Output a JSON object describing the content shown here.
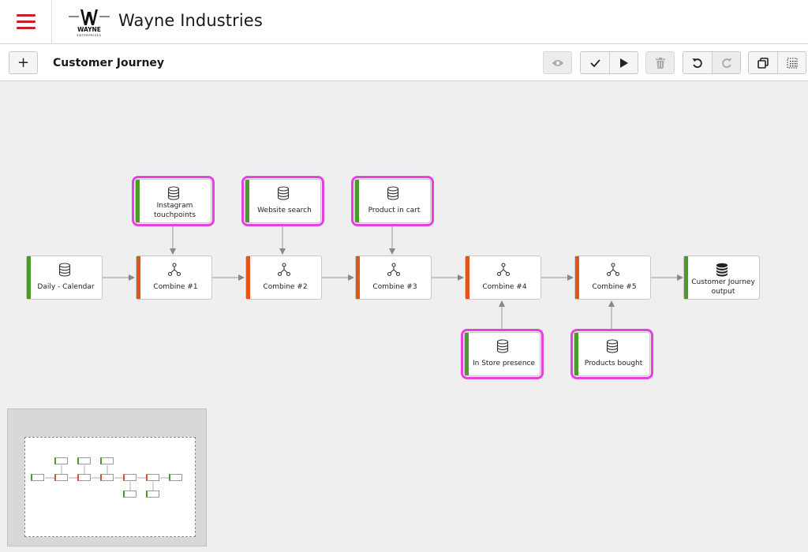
{
  "app": {
    "title": "Wayne Industries",
    "logo_top": "W",
    "logo_word": "WAYNE",
    "logo_sub": "ENTERPRISES"
  },
  "toolbar": {
    "add_label": "+",
    "page_title": "Customer Journey",
    "buttons": [
      "eye-icon",
      "check-icon",
      "play-icon",
      "trash-icon",
      "undo-icon",
      "redo-icon",
      "copy-icon",
      "grid-icon"
    ]
  },
  "nodes": {
    "daily": "Daily - Calendar",
    "instagram": "Instagram touchpoints",
    "website": "Website search",
    "cart": "Product in cart",
    "c1": "Combine #1",
    "c2": "Combine #2",
    "c3": "Combine #3",
    "c4": "Combine #4",
    "c5": "Combine #5",
    "output": "Customer Journey output",
    "store": "In Store presence",
    "bought": "Products bought"
  },
  "colors": {
    "source": "#4c9a2a",
    "combine": "#e0561a",
    "selected": "#e83fe3",
    "brand": "#c8202b"
  }
}
